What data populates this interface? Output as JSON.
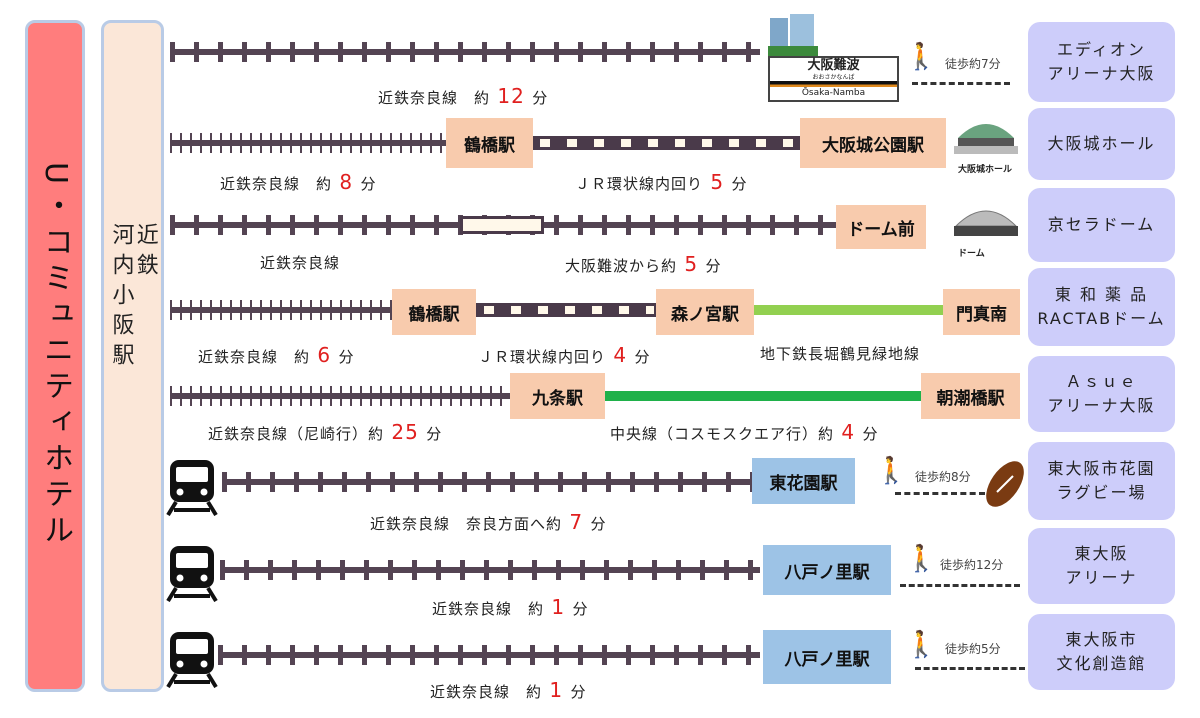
{
  "hotel": "U・コミュニティホテル",
  "origin": "近鉄\n河内小阪駅",
  "colors": {
    "hotel": "#ff7d7d",
    "station": "#f8cbad",
    "station_blue": "#9dc3e6",
    "destination": "#cdcdfa",
    "metro_green_light": "#92d050",
    "metro_green": "#1fb14a",
    "highlight": "#e0201f"
  },
  "rows": [
    {
      "captions": [
        {
          "pre": "近鉄奈良線　約",
          "num": "12",
          "post": "分"
        }
      ],
      "sign": {
        "name": "大阪難波",
        "kana": "おおさかなんば",
        "roman": "Ōsaka-Namba"
      },
      "walk": "徒歩約7分",
      "destination": [
        "エディオン",
        "アリーナ大阪"
      ]
    },
    {
      "captions": [
        {
          "pre": "近鉄奈良線　約",
          "num": "8",
          "post": "分"
        },
        {
          "pre": "ＪＲ環状線内回り",
          "num": "5",
          "post": "分"
        }
      ],
      "stations": [
        "鶴橋駅",
        "大阪城公園駅"
      ],
      "icon_label": "大阪城ホール",
      "destination": [
        "大阪城ホール"
      ]
    },
    {
      "captions": [
        {
          "pre": "近鉄奈良線",
          "num": "",
          "post": ""
        },
        {
          "pre": "大阪難波から約",
          "num": "5",
          "post": "分"
        }
      ],
      "stations": [
        "ドーム前"
      ],
      "icon_label": "ドーム",
      "destination": [
        "京セラドーム"
      ]
    },
    {
      "captions": [
        {
          "pre": "近鉄奈良線　約",
          "num": "6",
          "post": "分"
        },
        {
          "pre": "ＪＲ環状線内回り",
          "num": "4",
          "post": "分"
        },
        {
          "pre": "地下鉄長堀鶴見緑地線",
          "num": "",
          "post": ""
        }
      ],
      "stations": [
        "鶴橋駅",
        "森ノ宮駅",
        "門真南"
      ],
      "destination": [
        "東 和 薬 品",
        "RACTABドーム"
      ]
    },
    {
      "captions": [
        {
          "pre": "近鉄奈良線（尼崎行）約",
          "num": "25",
          "post": "分"
        },
        {
          "pre": "中央線（コスモスクエア行）約",
          "num": "4",
          "post": "分"
        }
      ],
      "stations": [
        "九条駅",
        "朝潮橋駅"
      ],
      "destination": [
        "Ａｓｕｅ",
        "アリーナ大阪"
      ]
    },
    {
      "captions": [
        {
          "pre": "近鉄奈良線　奈良方面へ約",
          "num": "7",
          "post": "分"
        }
      ],
      "stations": [
        "東花園駅"
      ],
      "walk": "徒歩約8分",
      "destination": [
        "東大阪市花園",
        "ラグビー場"
      ]
    },
    {
      "captions": [
        {
          "pre": "近鉄奈良線　約",
          "num": "1",
          "post": "分"
        }
      ],
      "stations": [
        "八戸ノ里駅"
      ],
      "walk": "徒歩約12分",
      "destination": [
        "東大阪",
        "アリーナ"
      ]
    },
    {
      "captions": [
        {
          "pre": "近鉄奈良線　約",
          "num": "1",
          "post": "分"
        }
      ],
      "stations": [
        "八戸ノ里駅"
      ],
      "walk": "徒歩約5分",
      "destination": [
        "東大阪市",
        "文化創造館"
      ]
    }
  ]
}
